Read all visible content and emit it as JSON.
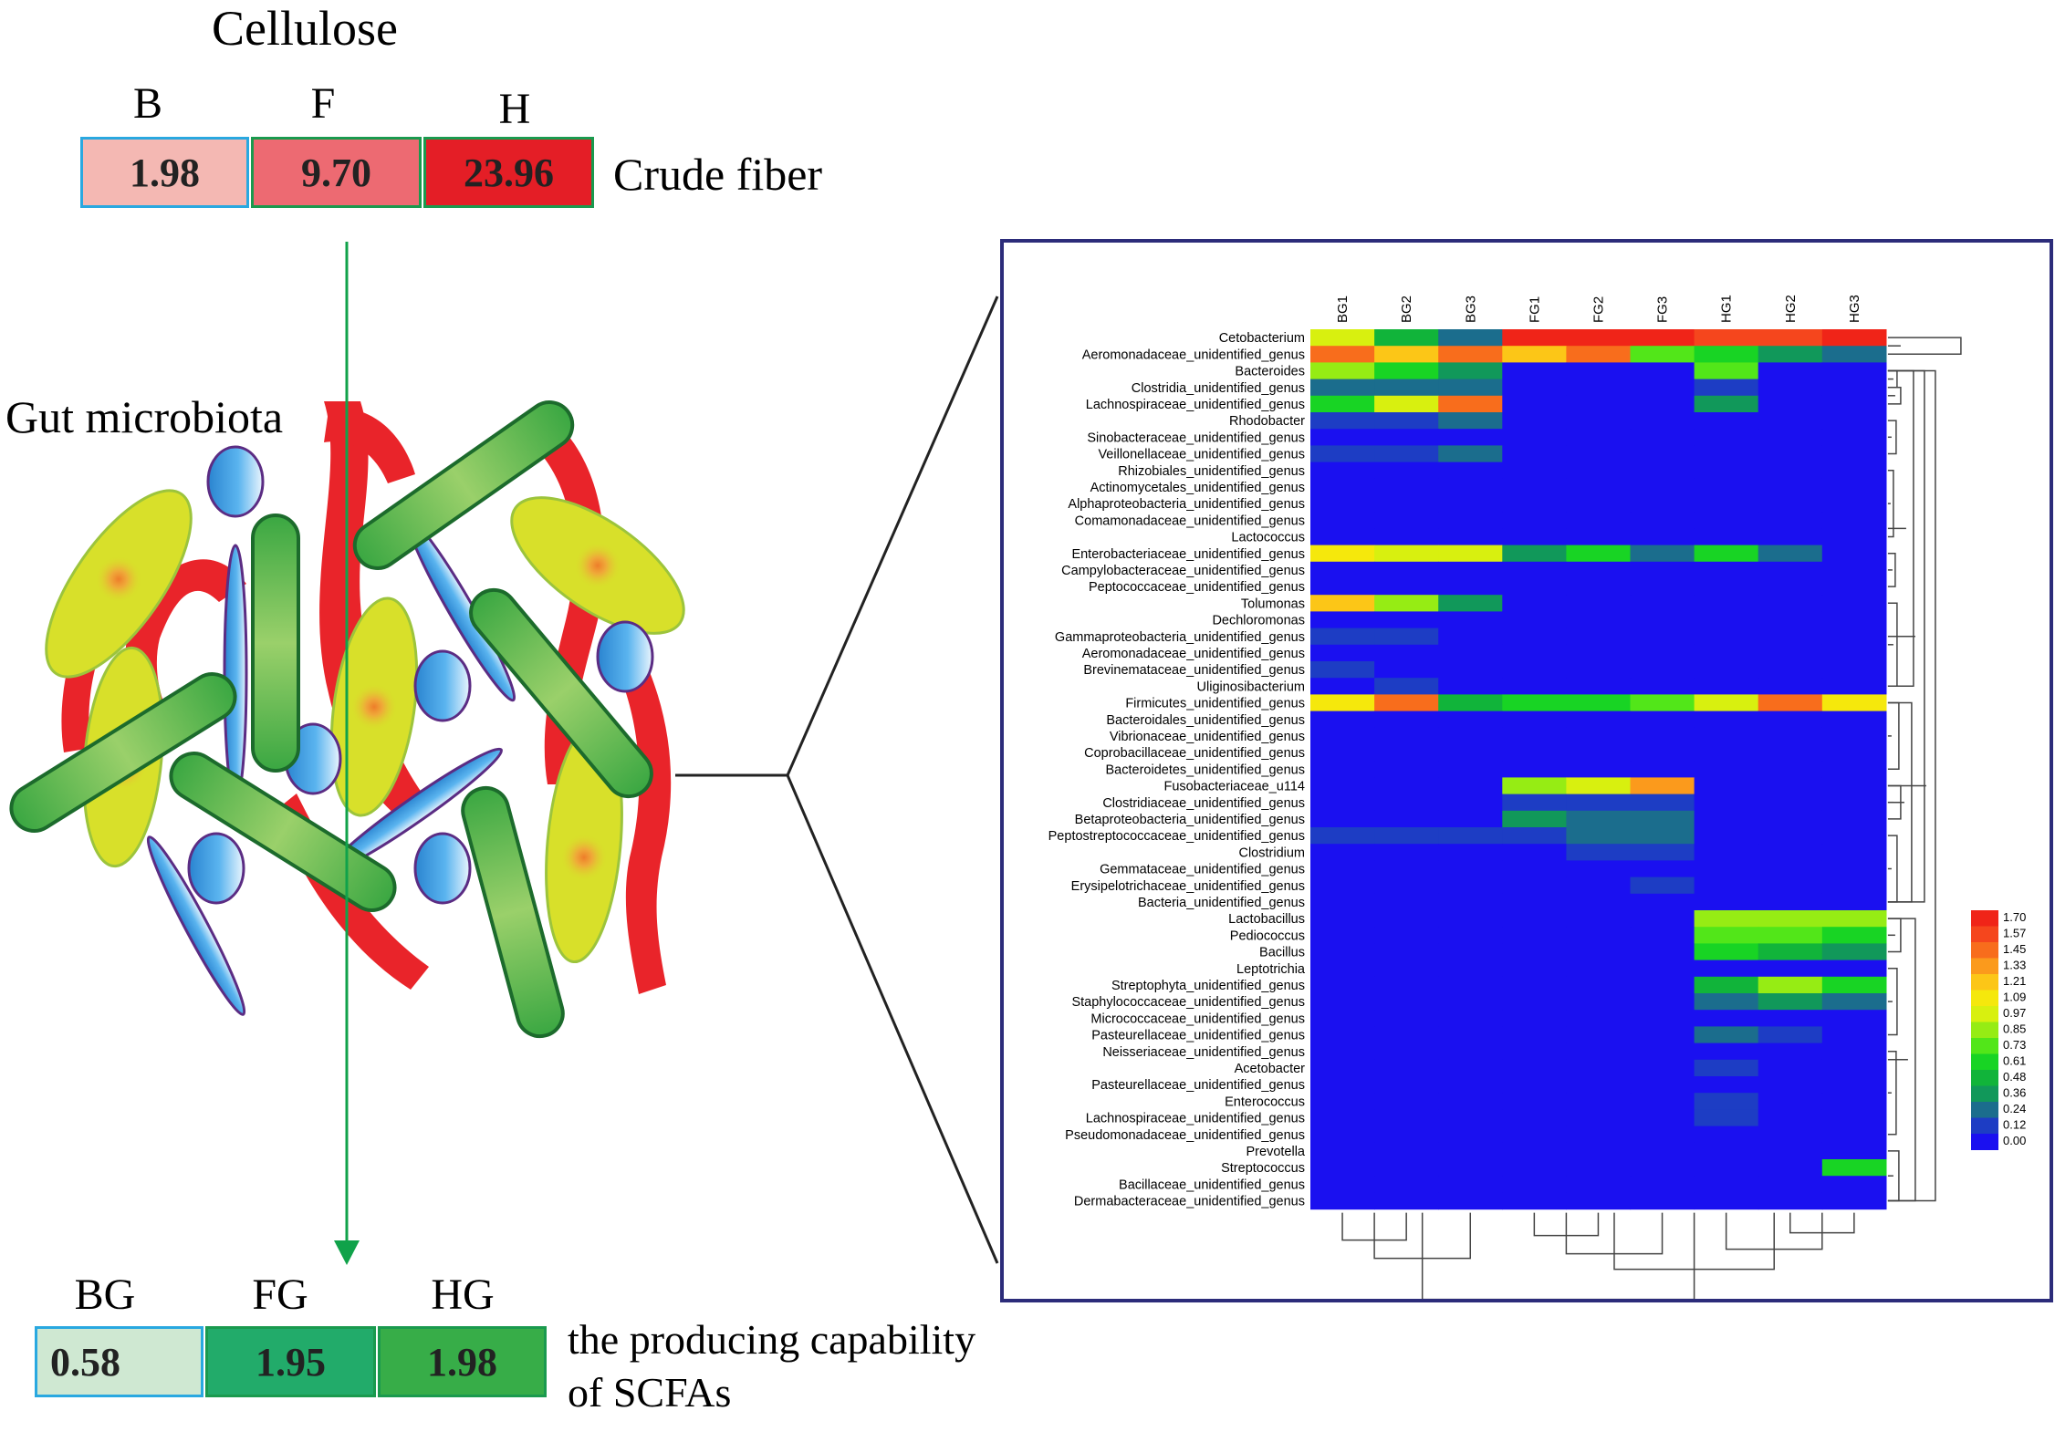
{
  "top": {
    "title": "Cellulose",
    "groups": [
      "B",
      "F",
      "H"
    ],
    "values": [
      "1.98",
      "9.70",
      "23.96"
    ],
    "fills": [
      "#f4b8b3",
      "#ed6a72",
      "#e41e26"
    ],
    "side_label": "Crude fiber"
  },
  "middle": {
    "label": "Gut microbiota"
  },
  "bottom": {
    "groups": [
      "BG",
      "FG",
      "HG"
    ],
    "values": [
      "0.58",
      "1.95",
      "1.98"
    ],
    "fills": [
      "#cfe8d2",
      "#22ab6a",
      "#37ad48"
    ],
    "side_label_1": "the producing capability",
    "side_label_2": "of SCFAs"
  },
  "heatmap": {
    "samples": [
      "BG1",
      "BG2",
      "BG3",
      "FG1",
      "FG2",
      "FG3",
      "HG1",
      "HG2",
      "HG3"
    ],
    "genera": [
      "Cetobacterium",
      "Aeromonadaceae_unidentified_genus",
      "Bacteroides",
      "Clostridia_unidentified_genus",
      "Lachnospiraceae_unidentified_genus",
      "Rhodobacter",
      "Sinobacteraceae_unidentified_genus",
      "Veillonellaceae_unidentified_genus",
      "Rhizobiales_unidentified_genus",
      "Actinomycetales_unidentified_genus",
      "Alphaproteobacteria_unidentified_genus",
      "Comamonadaceae_unidentified_genus",
      "Lactococcus",
      "Enterobacteriaceae_unidentified_genus",
      "Campylobacteraceae_unidentified_genus",
      "Peptococcaceae_unidentified_genus",
      "Tolumonas",
      "Dechloromonas",
      "Gammaproteobacteria_unidentified_genus",
      "Aeromonadaceae_unidentified_genus",
      "Brevinemataceae_unidentified_genus",
      "Uliginosibacterium",
      "Firmicutes_unidentified_genus",
      "Bacteroidales_unidentified_genus",
      "Vibrionaceae_unidentified_genus",
      "Coprobacillaceae_unidentified_genus",
      "Bacteroidetes_unidentified_genus",
      "Fusobacteriaceae_u114",
      "Clostridiaceae_unidentified_genus",
      "Betaproteobacteria_unidentified_genus",
      "Peptostreptococcaceae_unidentified_genus",
      "Clostridium",
      "Gemmataceae_unidentified_genus",
      "Erysipelotrichaceae_unidentified_genus",
      "Bacteria_unidentified_genus",
      "Lactobacillus",
      "Pediococcus",
      "Bacillus",
      "Leptotrichia",
      "Streptophyta_unidentified_genus",
      "Staphylococcaceae_unidentified_genus",
      "Micrococcaceae_unidentified_genus",
      "Pasteurellaceae_unidentified_genus",
      "Neisseriaceae_unidentified_genus",
      "Acetobacter",
      "Pasteurellaceae_unidentified_genus",
      "Enterococcus",
      "Lachnospiraceae_unidentified_genus",
      "Pseudomonadaceae_unidentified_genus",
      "Prevotella",
      "Streptococcus",
      "Bacillaceae_unidentified_genus",
      "Dermabacteraceae_unidentified_genus"
    ],
    "values": [
      [
        1.0,
        0.5,
        0.3,
        1.7,
        1.7,
        1.7,
        1.6,
        1.6,
        1.7
      ],
      [
        1.4,
        1.2,
        1.5,
        1.2,
        1.5,
        0.7,
        0.6,
        0.4,
        0.3
      ],
      [
        0.8,
        0.6,
        0.4,
        0,
        0,
        0,
        0.7,
        0,
        0
      ],
      [
        0.2,
        0.3,
        0.2,
        0,
        0,
        0,
        0.1,
        0,
        0
      ],
      [
        0.6,
        1.0,
        1.5,
        0,
        0,
        0,
        0.4,
        0,
        0
      ],
      [
        0.1,
        0.1,
        0.3,
        0,
        0,
        0,
        0,
        0,
        0
      ],
      [
        0.05,
        0.05,
        0.05,
        0,
        0,
        0,
        0,
        0,
        0
      ],
      [
        0.15,
        0.15,
        0.25,
        0,
        0,
        0,
        0,
        0,
        0
      ],
      [
        0,
        0,
        0,
        0,
        0,
        0,
        0,
        0,
        0
      ],
      [
        0,
        0,
        0,
        0,
        0,
        0,
        0,
        0,
        0
      ],
      [
        0,
        0,
        0,
        0,
        0,
        0,
        0,
        0,
        0
      ],
      [
        0,
        0,
        0,
        0,
        0,
        0,
        0,
        0,
        0
      ],
      [
        0,
        0,
        0,
        0,
        0,
        0,
        0,
        0,
        0
      ],
      [
        1.05,
        0.95,
        0.95,
        0.35,
        0.65,
        0.2,
        0.6,
        0.3,
        0
      ],
      [
        0,
        0,
        0,
        0,
        0,
        0,
        0,
        0,
        0
      ],
      [
        0,
        0,
        0,
        0,
        0,
        0,
        0,
        0,
        0
      ],
      [
        1.2,
        0.9,
        0.4,
        0,
        0,
        0,
        0,
        0,
        0
      ],
      [
        0,
        0,
        0,
        0,
        0,
        0,
        0,
        0,
        0
      ],
      [
        0.1,
        0.1,
        0,
        0,
        0,
        0,
        0,
        0,
        0
      ],
      [
        0,
        0,
        0,
        0,
        0,
        0,
        0,
        0,
        0
      ],
      [
        0.1,
        0,
        0,
        0,
        0,
        0,
        0,
        0,
        0
      ],
      [
        0,
        0.1,
        0,
        0,
        0,
        0,
        0,
        0,
        0
      ],
      [
        1.05,
        1.4,
        0.5,
        0.6,
        0.6,
        0.7,
        1.0,
        1.4,
        1.1
      ],
      [
        0,
        0,
        0,
        0,
        0,
        0,
        0,
        0,
        0
      ],
      [
        0,
        0,
        0,
        0,
        0,
        0,
        0,
        0,
        0
      ],
      [
        0,
        0,
        0,
        0,
        0,
        0,
        0,
        0,
        0
      ],
      [
        0,
        0,
        0,
        0,
        0,
        0,
        0,
        0,
        0
      ],
      [
        0,
        0,
        0,
        0.9,
        1.0,
        1.35,
        0,
        0,
        0
      ],
      [
        0,
        0,
        0,
        0.1,
        0.1,
        0.1,
        0,
        0,
        0
      ],
      [
        0,
        0,
        0,
        0.4,
        0.25,
        0.25,
        0,
        0,
        0
      ],
      [
        0.12,
        0.12,
        0.12,
        0.12,
        0.25,
        0.25,
        0,
        0,
        0
      ],
      [
        0,
        0,
        0,
        0,
        0.1,
        0.1,
        0,
        0,
        0
      ],
      [
        0,
        0,
        0,
        0,
        0,
        0,
        0,
        0,
        0
      ],
      [
        0,
        0,
        0,
        0,
        0,
        0.15,
        0,
        0,
        0
      ],
      [
        0,
        0,
        0,
        0,
        0,
        0,
        0,
        0,
        0
      ],
      [
        0,
        0,
        0,
        0,
        0,
        0,
        0.9,
        0.85,
        0.8
      ],
      [
        0,
        0,
        0,
        0,
        0,
        0,
        0.75,
        0.7,
        0.65
      ],
      [
        0,
        0,
        0,
        0,
        0,
        0,
        0.6,
        0.45,
        0.35
      ],
      [
        0,
        0,
        0,
        0,
        0,
        0,
        0,
        0,
        0
      ],
      [
        0,
        0,
        0,
        0,
        0,
        0,
        0.5,
        0.8,
        0.6
      ],
      [
        0,
        0,
        0,
        0,
        0,
        0,
        0.3,
        0.35,
        0.3
      ],
      [
        0,
        0,
        0,
        0,
        0,
        0,
        0,
        0,
        0
      ],
      [
        0,
        0,
        0,
        0,
        0,
        0,
        0.25,
        0.15,
        0
      ],
      [
        0,
        0,
        0,
        0,
        0,
        0,
        0,
        0,
        0
      ],
      [
        0,
        0,
        0,
        0,
        0,
        0,
        0.15,
        0,
        0
      ],
      [
        0,
        0,
        0,
        0,
        0,
        0,
        0,
        0,
        0
      ],
      [
        0,
        0,
        0,
        0,
        0,
        0,
        0.1,
        0,
        0
      ],
      [
        0,
        0,
        0,
        0,
        0,
        0,
        0.1,
        0,
        0
      ],
      [
        0,
        0,
        0,
        0,
        0,
        0,
        0,
        0,
        0
      ],
      [
        0,
        0,
        0,
        0,
        0,
        0,
        0,
        0,
        0
      ],
      [
        0,
        0,
        0,
        0,
        0,
        0,
        0,
        0,
        0.6
      ],
      [
        0,
        0,
        0,
        0,
        0,
        0,
        0,
        0,
        0
      ],
      [
        0,
        0,
        0,
        0,
        0,
        0,
        0,
        0,
        0
      ]
    ],
    "scale_ticks": [
      "1.70",
      "1.57",
      "1.45",
      "1.33",
      "1.21",
      "1.09",
      "0.97",
      "0.85",
      "0.73",
      "0.61",
      "0.48",
      "0.36",
      "0.24",
      "0.12",
      "0.00"
    ],
    "scale_colors": [
      "#f02418",
      "#f5461d",
      "#f86d1c",
      "#fb9a1c",
      "#fcc617",
      "#f5e80c",
      "#d8f00f",
      "#96ec14",
      "#52e619",
      "#18d424",
      "#11b43a",
      "#11985a",
      "#1b6d8d",
      "#1d3dc4",
      "#1a10f0"
    ],
    "max": 1.7
  }
}
